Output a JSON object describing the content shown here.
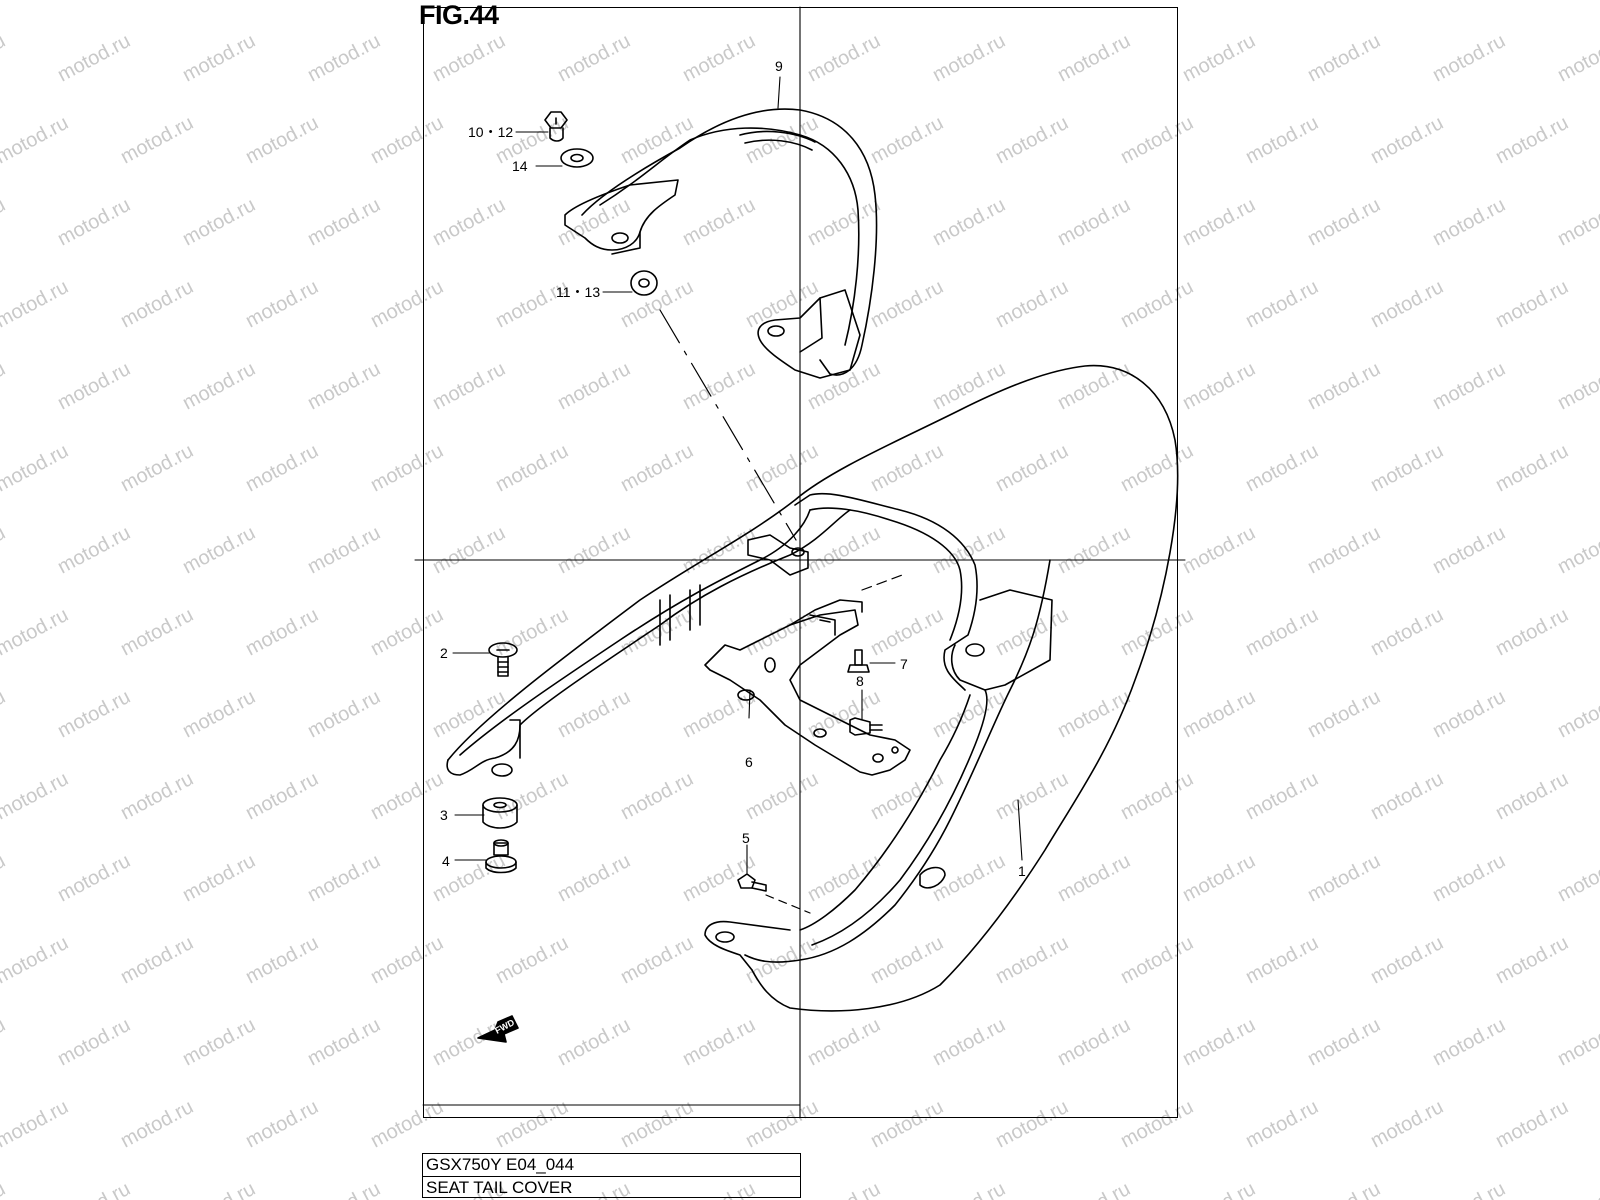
{
  "figure": {
    "title": "FIG.44",
    "model_code": "GSX750Y E04_044",
    "section_name": "SEAT TAIL COVER",
    "direction_arrow_label": "FWD",
    "watermark_text": "motod.ru"
  },
  "callouts": [
    {
      "id": "c-9",
      "label": "9",
      "part": "pillion grab handle"
    },
    {
      "id": "c-10-12",
      "label": "10・12",
      "part": "bolt"
    },
    {
      "id": "c-14",
      "label": "14",
      "part": "washer"
    },
    {
      "id": "c-11-13",
      "label": "11・13",
      "part": "washer"
    },
    {
      "id": "c-2",
      "label": "2",
      "part": "screw"
    },
    {
      "id": "c-3",
      "label": "3",
      "part": "cushion"
    },
    {
      "id": "c-4",
      "label": "4",
      "part": "spacer"
    },
    {
      "id": "c-5",
      "label": "5",
      "part": "screw"
    },
    {
      "id": "c-6",
      "label": "6",
      "part": "bracket"
    },
    {
      "id": "c-7",
      "label": "7",
      "part": "screw"
    },
    {
      "id": "c-8",
      "label": "8",
      "part": "screw"
    },
    {
      "id": "c-1",
      "label": "1",
      "part": "seat tail cover"
    }
  ],
  "colors": {
    "line": "#000000",
    "background": "#ffffff",
    "watermark": "#c9c9c9"
  }
}
